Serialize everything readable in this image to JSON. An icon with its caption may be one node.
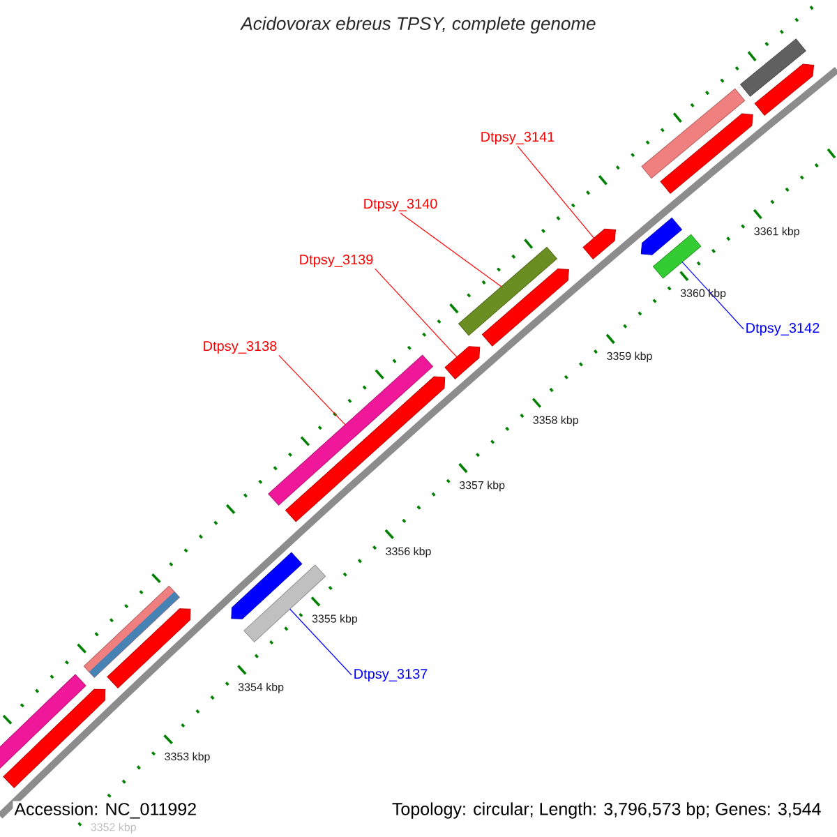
{
  "diagram": {
    "title": "Acidovorax ebreus TPSY, complete genome",
    "nodes": [
      {
        "text": [],
        "shape": "bar"
      },
      {
        "text": [],
        "shape": "pentagon"
      },
      {
        "text": [],
        "shape": "bar"
      },
      {
        "text": [
          "Dtpsy_3141"
        ]
      },
      {
        "text": [],
        "shape": "pentagon"
      },
      {
        "text": [
          "Dtpsy_3140"
        ]
      },
      {
        "text": [],
        "shape": "pentagon"
      },
      {
        "text": [],
        "shape": "pentagon"
      },
      {
        "text": [],
        "shape": "bar"
      },
      {
        "text": [
          "Dtpsy_3139"
        ]
      },
      {
        "text": [],
        "shape": "bar"
      },
      {
        "text": [],
        "shape": "pentagon"
      },
      {
        "text": [
          "Dtpsy_3142"
        ]
      },
      {
        "text": [
          "Dtpsy_3138"
        ]
      },
      {
        "text": [],
        "shape": "pentagon"
      },
      {
        "text": [],
        "shape": "bar"
      },
      {
        "text": [],
        "shape": "pentagon"
      },
      {
        "text": [],
        "shape": "pentagon"
      },
      {
        "text": [],
        "shape": "bar"
      },
      {
        "text": [],
        "shape": "bar"
      },
      {
        "text": [],
        "shape": "pentagon"
      },
      {
        "text": [
          "Dtpsy_3137"
        ]
      },
      {
        "text": [],
        "shape": "bar"
      },
      {
        "text": [],
        "shape": "pentagon"
      }
    ],
    "edges": [
      {
        "from": 3,
        "to": 7,
        "arrow": "none",
        "color": "#ff0000"
      },
      {
        "from": 5,
        "to": 10,
        "arrow": "none",
        "color": "#ff0000"
      },
      {
        "from": 9,
        "to": 14,
        "arrow": "none",
        "color": "#ff0000"
      },
      {
        "from": 12,
        "to": 8,
        "arrow": "none",
        "color": "#0000ff"
      },
      {
        "from": 13,
        "to": 15,
        "arrow": "none",
        "color": "#ff0000"
      },
      {
        "from": 21,
        "to": 18,
        "arrow": "none",
        "color": "#0000ff"
      }
    ],
    "labels": [
      "3361 kbp",
      "3360 kbp",
      "3359 kbp",
      "3358 kbp",
      "3357 kbp",
      "3356 kbp",
      "3355 kbp",
      "3354 kbp",
      "3353 kbp",
      "Accession: NC_011992",
      "Topology: circular; Length: 3,796,573 bp; Genes: 3,544",
      "3352 kbp"
    ]
  }
}
